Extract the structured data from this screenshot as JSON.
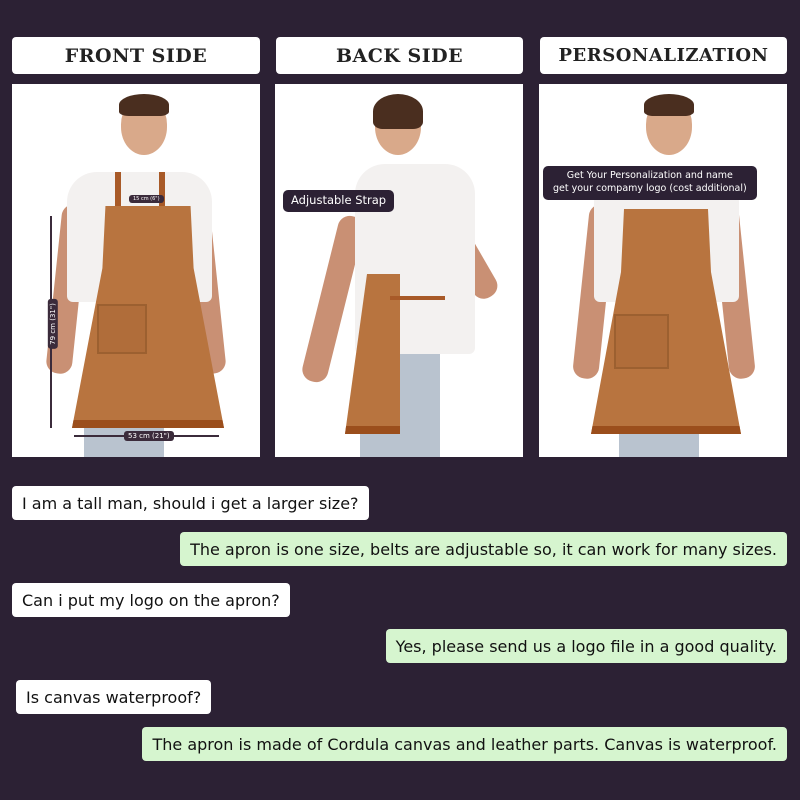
{
  "headers": [
    "FRONT SIDE",
    "BACK SIDE",
    "PERSONALIZATION"
  ],
  "front": {
    "height_label": "79 cm    (31\")",
    "width_label": "53 cm (21\")",
    "neck_label": "15 cm (6\")"
  },
  "back": {
    "callout": "Adjustable Strap"
  },
  "personalization": {
    "callout_line1": "Get Your Personalization and name",
    "callout_line2": "get your compamy logo (cost additional)"
  },
  "colors": {
    "background": "#2c2134",
    "question_bubble": "#ffffff",
    "answer_bubble": "#d6f5cf",
    "apron": "#b8743f"
  },
  "chat": [
    {
      "role": "question",
      "text": "I am a tall man, should i get a larger size?"
    },
    {
      "role": "answer",
      "text": "The apron is one size, belts are adjustable so, it can work for many sizes."
    },
    {
      "role": "question",
      "text": "Can i put my logo on the apron?"
    },
    {
      "role": "answer",
      "text": "Yes, please send us a logo file in a good quality."
    },
    {
      "role": "question",
      "text": "Is canvas waterproof?"
    },
    {
      "role": "answer",
      "text": "The apron is made of Cordula canvas and leather parts. Canvas is waterproof."
    }
  ]
}
